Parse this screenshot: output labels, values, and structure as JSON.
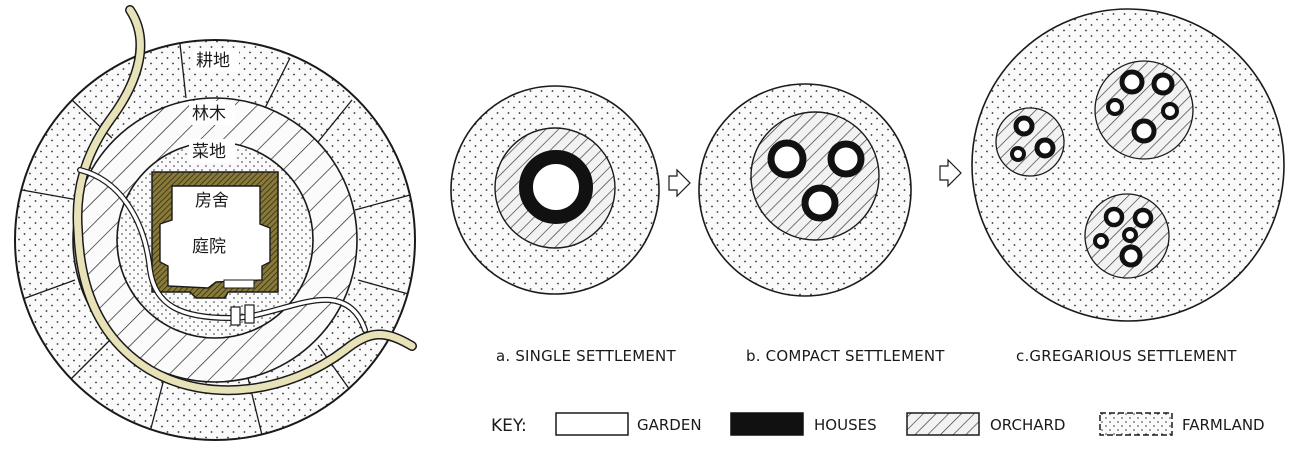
{
  "left_diagram": {
    "labels": {
      "farmland": "耕地",
      "woodland": "林木",
      "vegetable_plot": "菜地",
      "dwelling": "房舍",
      "courtyard": "庭院"
    }
  },
  "captions": {
    "a": "a. SINGLE SETTLEMENT",
    "b": "b. COMPACT SETTLEMENT",
    "c": "c.GREGARIOUS SETTLEMENT"
  },
  "key": {
    "title": "KEY:",
    "items": [
      {
        "label": "GARDEN",
        "icon": "garden-swatch"
      },
      {
        "label": "HOUSES",
        "icon": "houses-swatch"
      },
      {
        "label": "ORCHARD",
        "icon": "orchard-swatch"
      },
      {
        "label": "FARMLAND",
        "icon": "farmland-swatch"
      }
    ]
  },
  "colors": {
    "ink": "#1a1a1a",
    "road": "#e8e2b8",
    "orchard_fill": "#dcdcdc",
    "farmland_fill": "#f4f4f4"
  }
}
